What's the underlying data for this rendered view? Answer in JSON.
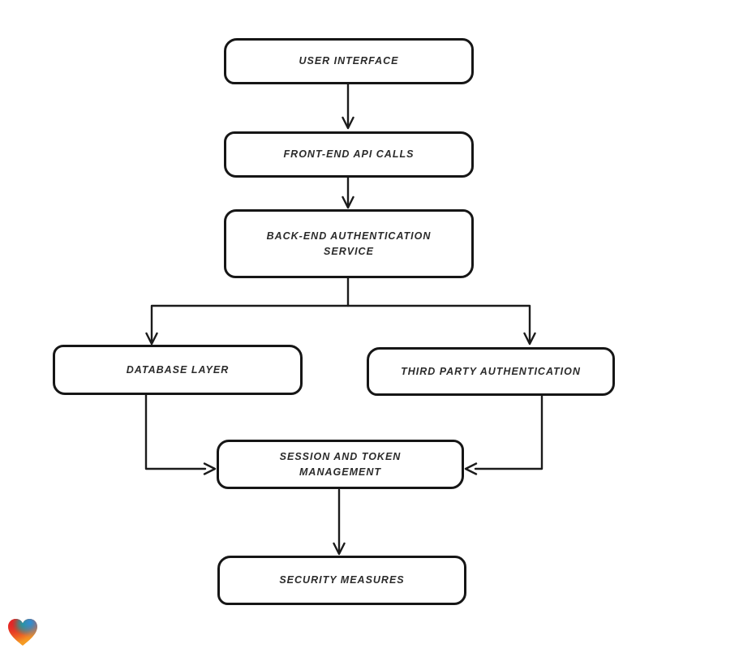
{
  "diagram": {
    "nodes": [
      {
        "id": "user-interface",
        "label": "USER INTERFACE"
      },
      {
        "id": "front-end-api-calls",
        "label": "FRONT-END API CALLS"
      },
      {
        "id": "back-end-authentication-service",
        "label": "BACK-END AUTHENTICATION SERVICE"
      },
      {
        "id": "database-layer",
        "label": "DATABASE LAYER"
      },
      {
        "id": "third-party-authentication",
        "label": "THIRD PARTY AUTHENTICATION"
      },
      {
        "id": "session-and-token-management",
        "label": "SESSION AND TOKEN MANAGEMENT"
      },
      {
        "id": "security-measures",
        "label": "SECURITY MEASURES"
      }
    ],
    "edges": [
      {
        "from": "user-interface",
        "to": "front-end-api-calls"
      },
      {
        "from": "front-end-api-calls",
        "to": "back-end-authentication-service"
      },
      {
        "from": "back-end-authentication-service",
        "to": "database-layer"
      },
      {
        "from": "back-end-authentication-service",
        "to": "third-party-authentication"
      },
      {
        "from": "database-layer",
        "to": "session-and-token-management"
      },
      {
        "from": "third-party-authentication",
        "to": "session-and-token-management"
      },
      {
        "from": "session-and-token-management",
        "to": "security-measures"
      }
    ],
    "style": {
      "stroke_color": "#1b1b1b",
      "node_fill": "#ffffff",
      "background": "#ffffff",
      "arrowhead": "open-v"
    }
  },
  "logo": {
    "name": "heart-watermark",
    "colors": {
      "red": "#e42527",
      "green": "#14a37c",
      "blue": "#2b8fd8",
      "orange": "#f59b23"
    }
  }
}
